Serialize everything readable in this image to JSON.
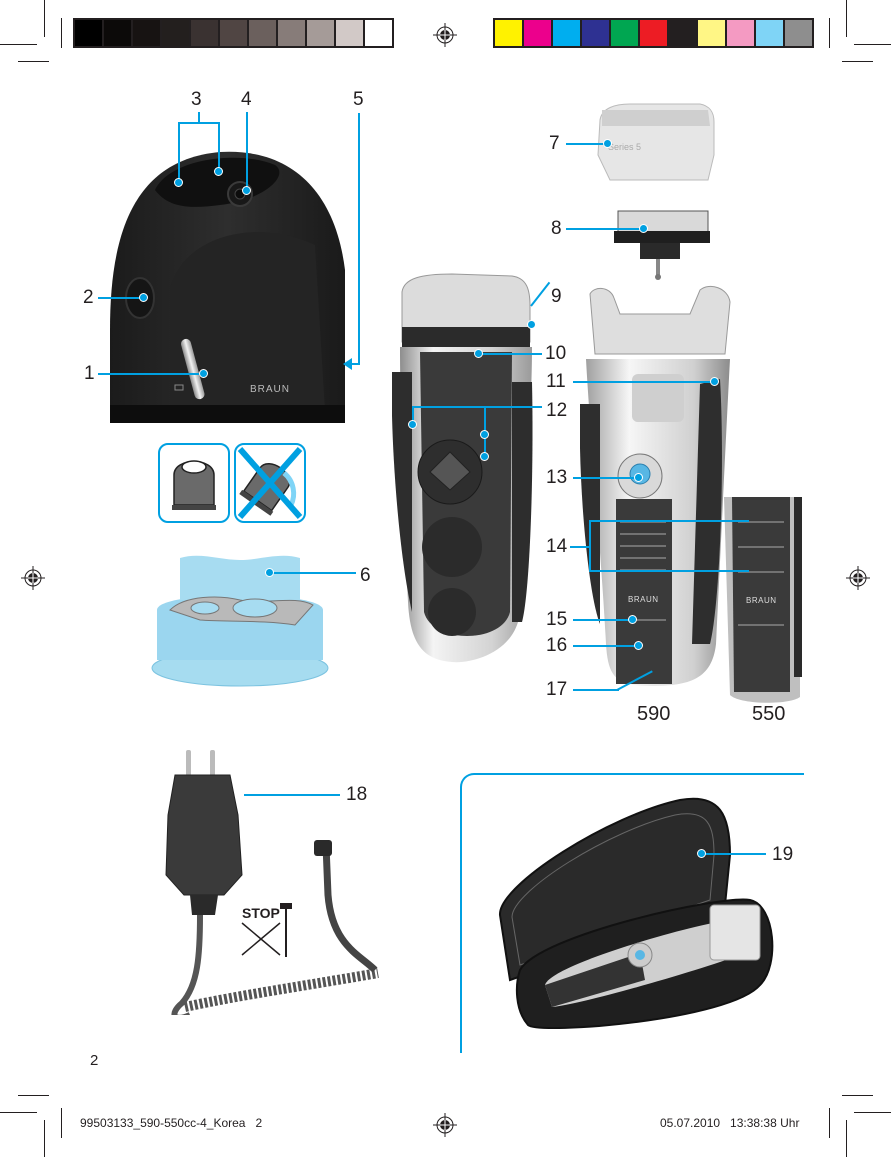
{
  "page": {
    "page_number": "2",
    "brand": "BRAUN",
    "accent_color": "#00a0e1"
  },
  "color_bar_gray": [
    "#000000",
    "#0c0a09",
    "#171312",
    "#231f1e",
    "#3a3231",
    "#504543",
    "#6b605d",
    "#877c79",
    "#a59b98",
    "#d2c9c7",
    "#ffffff"
  ],
  "color_bar_process": [
    "#fff200",
    "#ec008c",
    "#00aeef",
    "#2e3192",
    "#00a651",
    "#ed1c24",
    "#231f20",
    "#fff685",
    "#f49ac2",
    "#7fd4f6",
    "#8e8e8e"
  ],
  "callouts": [
    {
      "number": "1",
      "part": "cleaning-station-lever"
    },
    {
      "number": "2",
      "part": "cleaning-station-button"
    },
    {
      "number": "3",
      "part": "cleaning-station-contacts"
    },
    {
      "number": "4",
      "part": "cleaning-station-start-button"
    },
    {
      "number": "5",
      "part": "cleaning-station-rear-release"
    },
    {
      "number": "6",
      "part": "cleaning-cartridge"
    },
    {
      "number": "7",
      "part": "foil-frame"
    },
    {
      "number": "8",
      "part": "cutter-block"
    },
    {
      "number": "9",
      "part": "foil-frame-release-button"
    },
    {
      "number": "10",
      "part": "long-hair-trimmer"
    },
    {
      "number": "11",
      "part": "trimmer-release"
    },
    {
      "number": "12",
      "part": "contacts"
    },
    {
      "number": "13",
      "part": "on-off-switch"
    },
    {
      "number": "14",
      "part": "charge-level-display"
    },
    {
      "number": "15",
      "part": "cleaning-indicator"
    },
    {
      "number": "16",
      "part": "low-charge-indicator"
    },
    {
      "number": "17",
      "part": "shaver-socket"
    },
    {
      "number": "18",
      "part": "power-supply"
    },
    {
      "number": "19",
      "part": "travel-case"
    }
  ],
  "labels": {
    "foil_text": "Series 5",
    "stop_text": "STOP",
    "model_590": "590",
    "model_550": "550"
  },
  "footer": {
    "filename": "99503133_590-550cc-4_Korea   2",
    "timestamp": "05.07.2010   13:38:38 Uhr"
  }
}
